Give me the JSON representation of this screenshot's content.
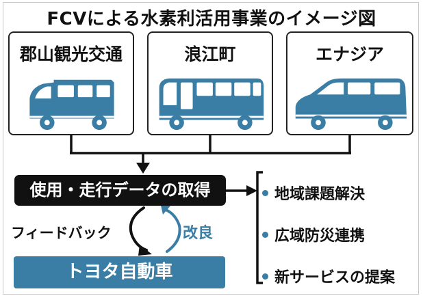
{
  "title": "FCVによる水素利活用事業のイメージ図",
  "operators": [
    {
      "label": "郡山観光交通",
      "vehicle_icon": "delivery-van-icon"
    },
    {
      "label": "浪江町",
      "vehicle_icon": "bus-icon"
    },
    {
      "label": "エナジア",
      "vehicle_icon": "minivan-icon"
    }
  ],
  "data_step": "使用・走行データの取得",
  "feedback_label": "フィードバック",
  "improve_label": "改良",
  "maker": "トヨタ自動車",
  "results": [
    "地域課題解決",
    "広域防災連携",
    "新サービスの提案"
  ],
  "colors": {
    "accent": "#3a7ea5",
    "dark": "#111111"
  }
}
